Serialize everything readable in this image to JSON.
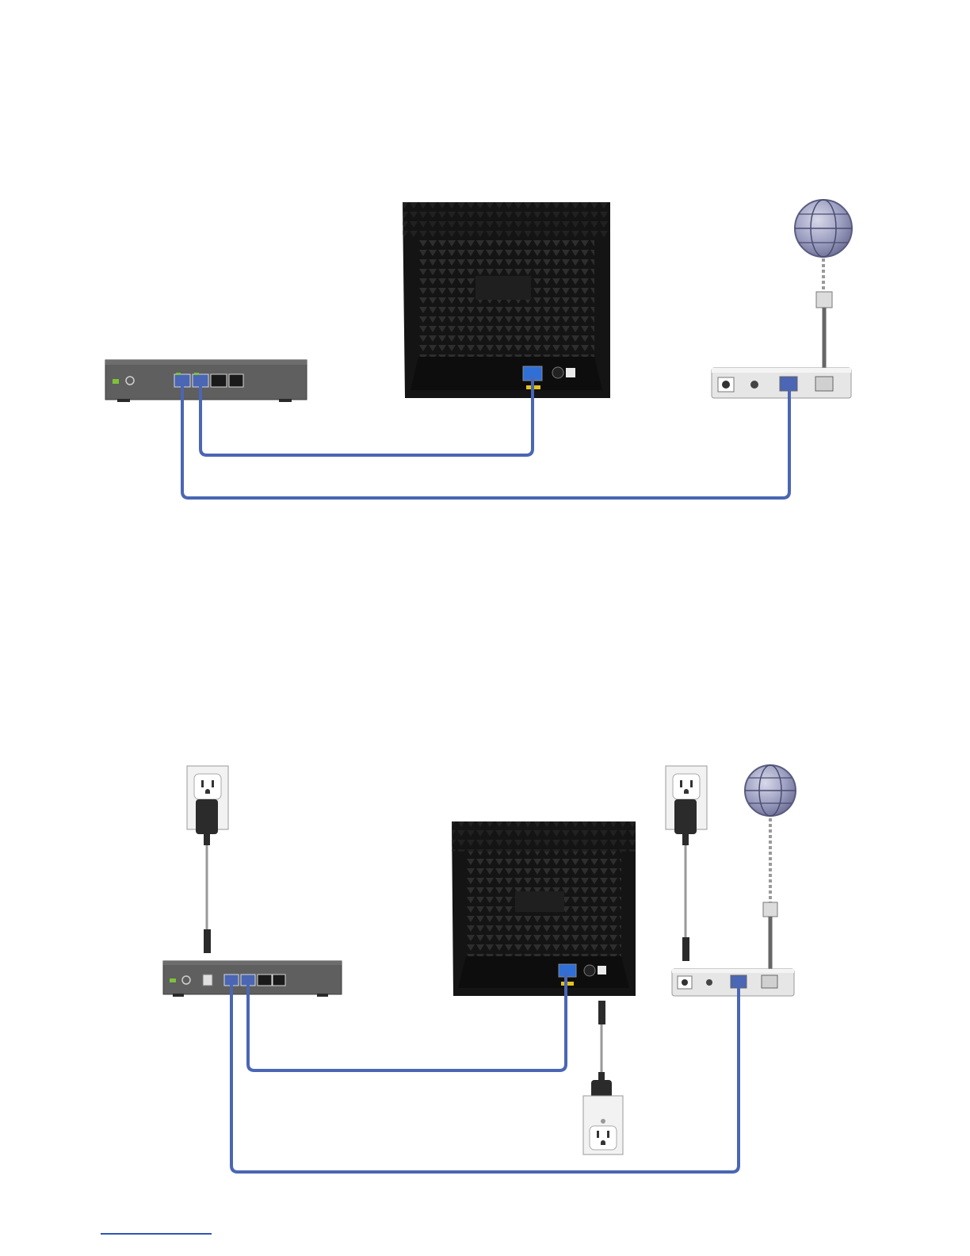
{
  "diagrams": [
    {
      "id": "top",
      "devices": [
        "switch",
        "router",
        "modem",
        "internet",
        "power_none"
      ]
    },
    {
      "id": "bottom",
      "devices": [
        "switch",
        "router",
        "modem",
        "internet",
        "power_adapters"
      ]
    }
  ],
  "colors": {
    "ethernet_cable": "#4a66b4",
    "phone_cable": "#8a8a8a",
    "switch_body": "#5e5f5e",
    "router_body": "#141414",
    "modem_body": "#e6e6e6",
    "globe": "#8d8fb4",
    "power_led": "#7ec13a",
    "wan_port": "#2f6fd8",
    "footer_rule": "#2f55b7"
  }
}
